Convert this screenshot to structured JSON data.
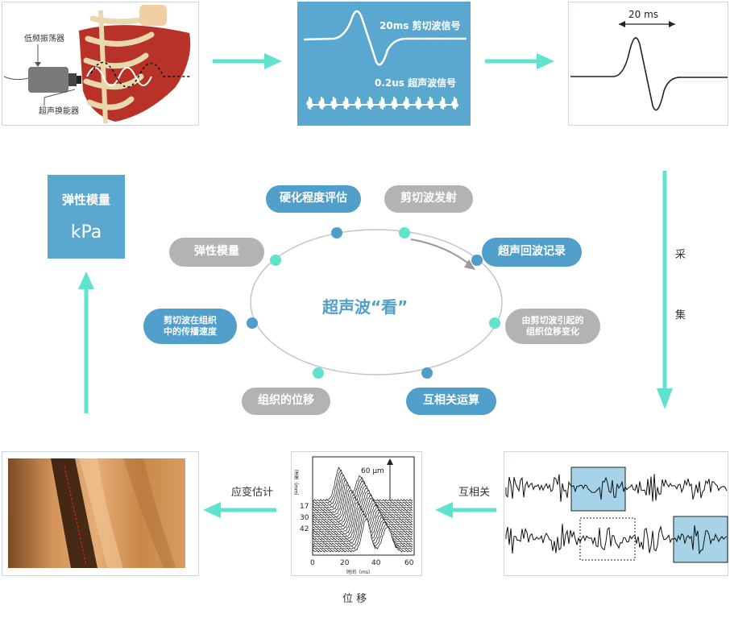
{
  "top": {
    "device_label": "低频振荡器",
    "transducer_label": "超声换能器",
    "shear_signal_label": "20ms  剪切波信号",
    "ultra_signal_label": "0.2us  超声波信号",
    "duration_label": "20 ms"
  },
  "side_labels": {
    "collect_1": "采",
    "collect_2": "集",
    "cross_corr": "互相关",
    "strain_est": "应变估计",
    "displacement": "位 移"
  },
  "elastic_box": {
    "title": "弹性模量",
    "unit": "kPa"
  },
  "cycle": {
    "center": "超声波“看”",
    "steps": [
      {
        "id": "shear-emit",
        "label": "剪切波发射",
        "style": "grey"
      },
      {
        "id": "echo-record",
        "label": "超声回波记录",
        "style": "blue"
      },
      {
        "id": "displacement-change",
        "label": "由剪切波引起的\n组织位移变化",
        "style": "grey"
      },
      {
        "id": "cross-correlation",
        "label": "互相关运算",
        "style": "blue"
      },
      {
        "id": "tissue-displacement",
        "label": "组织的位移",
        "style": "grey"
      },
      {
        "id": "propagation-speed",
        "label": "剪切波在组织\n中的传播速度",
        "style": "blue"
      },
      {
        "id": "elastic-modulus",
        "label": "弹性模量",
        "style": "grey"
      },
      {
        "id": "stiffness",
        "label": "硬化程度评估",
        "style": "blue"
      }
    ]
  },
  "displacement_plot": {
    "depth_label": "深度（mm）",
    "time_label": "时间（ms）",
    "scale_label": "60 μm",
    "y_ticks": [
      "17",
      "30",
      "42"
    ],
    "x_ticks": [
      "0",
      "20",
      "40",
      "60"
    ]
  },
  "colors": {
    "accent": "#4f9fca",
    "arrow": "#5fe3cf",
    "grey": "#b3b3b3",
    "liver": "#b83228"
  }
}
